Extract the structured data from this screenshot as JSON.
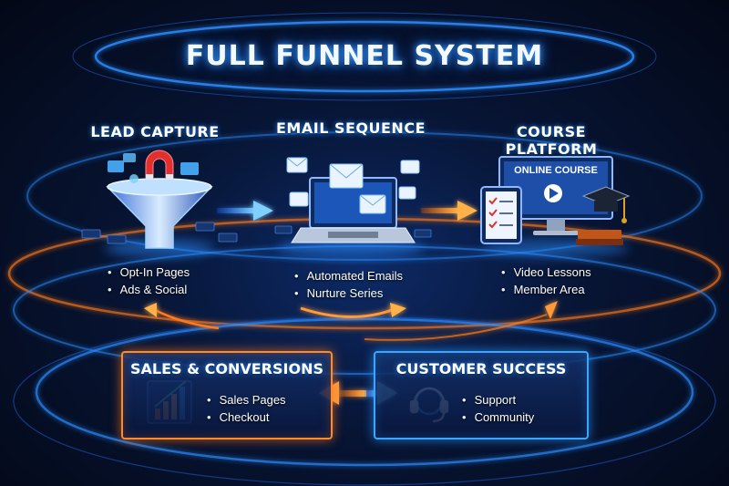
{
  "title": "FULL FUNNEL SYSTEM",
  "stages": [
    {
      "title": "LEAD CAPTURE",
      "bullets": [
        "Opt-In Pages",
        "Ads & Social"
      ]
    },
    {
      "title": "EMAIL SEQUENCE",
      "bullets": [
        "Automated Emails",
        "Nurture Series"
      ]
    },
    {
      "title": "COURSE PLATFORM",
      "screen_label": "ONLINE COURSE",
      "bullets": [
        "Video Lessons",
        "Member Area"
      ]
    }
  ],
  "panels": [
    {
      "title": "SALES & CONVERSIONS",
      "bullets": [
        "Sales Pages",
        "Checkout"
      ],
      "accent": "#ff8a2a"
    },
    {
      "title": "CUSTOMER SUCCESS",
      "bullets": [
        "Support",
        "Community"
      ],
      "accent": "#3aa6ff"
    }
  ],
  "colors": {
    "primary_glow": "#2a8cff",
    "secondary_glow": "#ff8a2a",
    "background": "#071433"
  },
  "icons": [
    "funnel-icon",
    "magnet-icon",
    "envelope-icon",
    "laptop-icon",
    "monitor-icon",
    "play-icon",
    "graduation-cap-icon",
    "checklist-icon",
    "book-icon",
    "bar-chart-icon",
    "headset-icon",
    "arrow-icon"
  ]
}
